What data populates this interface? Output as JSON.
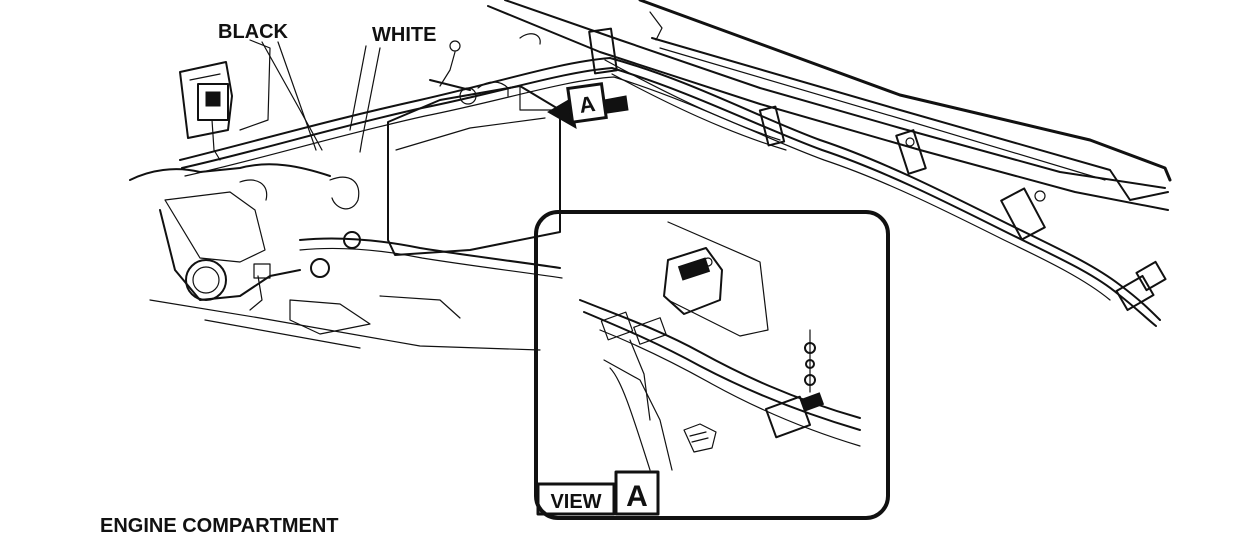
{
  "labels": {
    "black": "BLACK",
    "white": "WHITE",
    "callout": "A",
    "view_word": "VIEW",
    "view_letter": "A",
    "caption": "ENGINE COMPARTMENT"
  },
  "colors": {
    "ink": "#111111",
    "paper": "#ffffff"
  }
}
